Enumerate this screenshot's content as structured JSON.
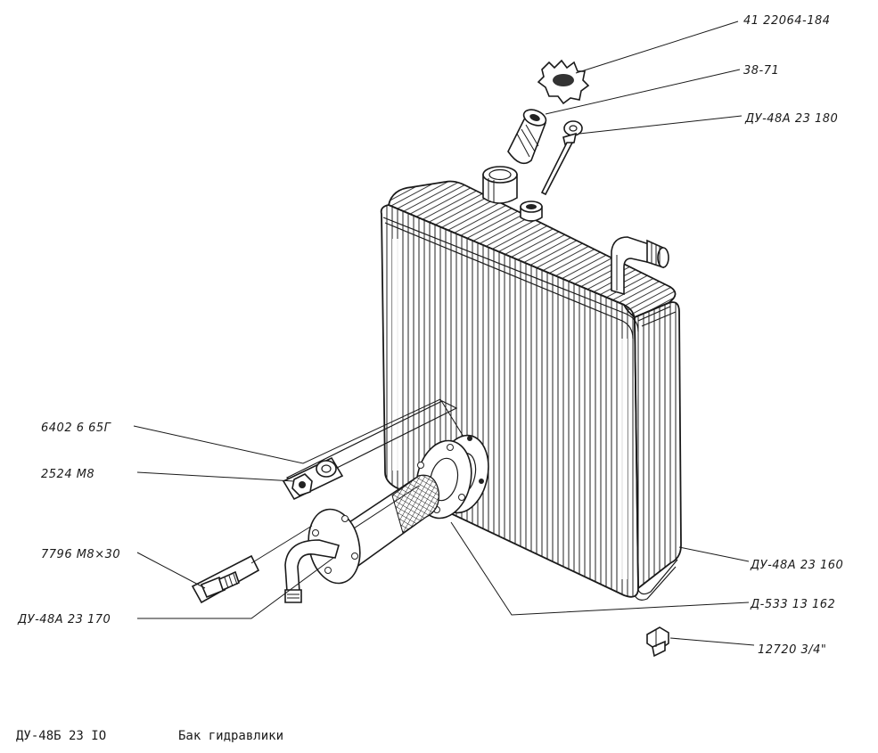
{
  "labels": {
    "cap": "41 22064-184",
    "strainer": "38-71",
    "dipstick": "ДУ-48А 23 180",
    "bracket": "6402 6 65Г",
    "nut": "2524 М8",
    "bolt": "7796 М8×30",
    "outlet_pipe": "ДУ-48А 23 170",
    "tank": "ДУ-48А 23 160",
    "gasket": "Д-533 13 162",
    "plug": "12720 3/4\""
  },
  "caption": {
    "code": "ДУ-48Б 23 IO",
    "title": "Бак гидравлики"
  }
}
